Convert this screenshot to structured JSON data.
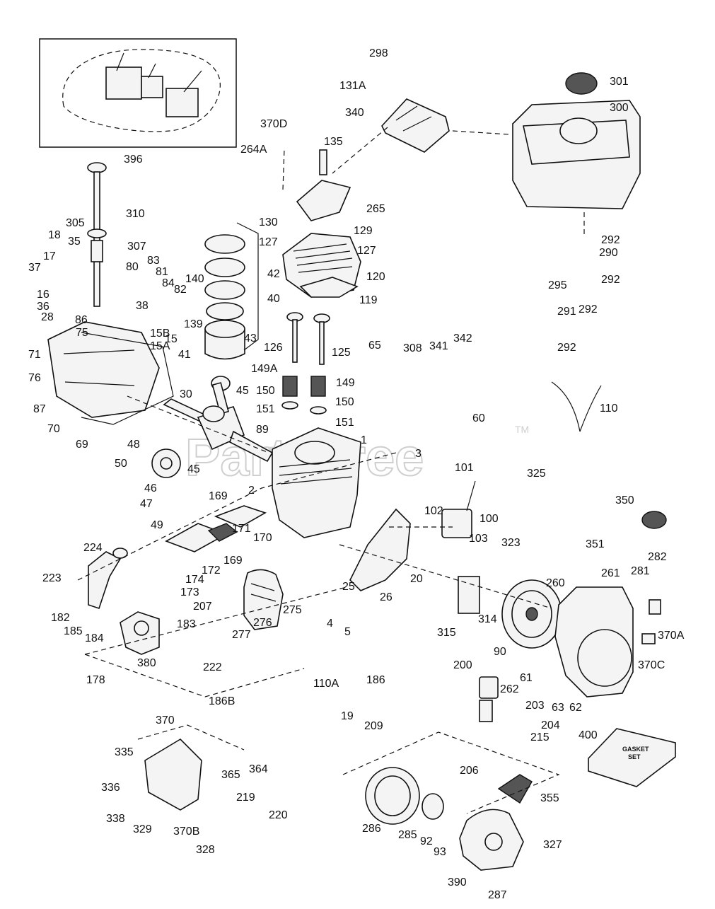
{
  "diagram": {
    "watermark": "PartsTree",
    "watermark_tm": "TM",
    "gasket_box_text_1": "GASKET",
    "gasket_box_text_2": "SET",
    "callouts": [
      {
        "id": "298",
        "text": "298"
      },
      {
        "id": "301",
        "text": "301"
      },
      {
        "id": "131A",
        "text": "131A"
      },
      {
        "id": "300",
        "text": "300"
      },
      {
        "id": "340",
        "text": "340"
      },
      {
        "id": "370D",
        "text": "370D"
      },
      {
        "id": "135",
        "text": "135"
      },
      {
        "id": "264A",
        "text": "264A"
      },
      {
        "id": "396",
        "text": "396"
      },
      {
        "id": "265",
        "text": "265"
      },
      {
        "id": "310",
        "text": "310"
      },
      {
        "id": "130",
        "text": "130"
      },
      {
        "id": "129",
        "text": "129"
      },
      {
        "id": "292a",
        "text": "292"
      },
      {
        "id": "305",
        "text": "305"
      },
      {
        "id": "307",
        "text": "307"
      },
      {
        "id": "127a",
        "text": "127"
      },
      {
        "id": "127b",
        "text": "127"
      },
      {
        "id": "290",
        "text": "290"
      },
      {
        "id": "18",
        "text": "18"
      },
      {
        "id": "35",
        "text": "35"
      },
      {
        "id": "17",
        "text": "17"
      },
      {
        "id": "42",
        "text": "42"
      },
      {
        "id": "292b",
        "text": "292"
      },
      {
        "id": "120",
        "text": "120"
      },
      {
        "id": "83",
        "text": "83"
      },
      {
        "id": "80",
        "text": "80"
      },
      {
        "id": "81",
        "text": "81"
      },
      {
        "id": "37",
        "text": "37"
      },
      {
        "id": "295",
        "text": "295"
      },
      {
        "id": "140",
        "text": "140"
      },
      {
        "id": "84",
        "text": "84"
      },
      {
        "id": "82",
        "text": "82"
      },
      {
        "id": "40",
        "text": "40"
      },
      {
        "id": "292c",
        "text": "292"
      },
      {
        "id": "16",
        "text": "16"
      },
      {
        "id": "119",
        "text": "119"
      },
      {
        "id": "36",
        "text": "36"
      },
      {
        "id": "28",
        "text": "28"
      },
      {
        "id": "38",
        "text": "38"
      },
      {
        "id": "139",
        "text": "139"
      },
      {
        "id": "291",
        "text": "291"
      },
      {
        "id": "86",
        "text": "86"
      },
      {
        "id": "15B",
        "text": "15B"
      },
      {
        "id": "75",
        "text": "75"
      },
      {
        "id": "15",
        "text": "15"
      },
      {
        "id": "15A",
        "text": "15A"
      },
      {
        "id": "43",
        "text": "43"
      },
      {
        "id": "342",
        "text": "342"
      },
      {
        "id": "292d",
        "text": "292"
      },
      {
        "id": "71",
        "text": "71"
      },
      {
        "id": "126",
        "text": "126"
      },
      {
        "id": "125",
        "text": "125"
      },
      {
        "id": "341",
        "text": "341"
      },
      {
        "id": "65",
        "text": "65"
      },
      {
        "id": "308",
        "text": "308"
      },
      {
        "id": "41",
        "text": "41"
      },
      {
        "id": "149A",
        "text": "149A"
      },
      {
        "id": "76",
        "text": "76"
      },
      {
        "id": "149",
        "text": "149"
      },
      {
        "id": "45a",
        "text": "45"
      },
      {
        "id": "150a",
        "text": "150"
      },
      {
        "id": "30",
        "text": "30"
      },
      {
        "id": "87",
        "text": "87"
      },
      {
        "id": "151a",
        "text": "151"
      },
      {
        "id": "150b",
        "text": "150"
      },
      {
        "id": "110",
        "text": "110"
      },
      {
        "id": "70",
        "text": "70"
      },
      {
        "id": "60",
        "text": "60"
      },
      {
        "id": "151b",
        "text": "151"
      },
      {
        "id": "69",
        "text": "69"
      },
      {
        "id": "89",
        "text": "89"
      },
      {
        "id": "48",
        "text": "48"
      },
      {
        "id": "1",
        "text": "1"
      },
      {
        "id": "3",
        "text": "3"
      },
      {
        "id": "50",
        "text": "50"
      },
      {
        "id": "325",
        "text": "325"
      },
      {
        "id": "45b",
        "text": "45"
      },
      {
        "id": "101",
        "text": "101"
      },
      {
        "id": "46",
        "text": "46"
      },
      {
        "id": "350",
        "text": "350"
      },
      {
        "id": "169a",
        "text": "169"
      },
      {
        "id": "2",
        "text": "2"
      },
      {
        "id": "47",
        "text": "47"
      },
      {
        "id": "102",
        "text": "102"
      },
      {
        "id": "100",
        "text": "100"
      },
      {
        "id": "49",
        "text": "49"
      },
      {
        "id": "351",
        "text": "351"
      },
      {
        "id": "170",
        "text": "170"
      },
      {
        "id": "103",
        "text": "103"
      },
      {
        "id": "323",
        "text": "323"
      },
      {
        "id": "171",
        "text": "171"
      },
      {
        "id": "282",
        "text": "282"
      },
      {
        "id": "224",
        "text": "224"
      },
      {
        "id": "169b",
        "text": "169"
      },
      {
        "id": "261",
        "text": "261"
      },
      {
        "id": "281",
        "text": "281"
      },
      {
        "id": "223",
        "text": "223"
      },
      {
        "id": "172",
        "text": "172"
      },
      {
        "id": "260",
        "text": "260"
      },
      {
        "id": "174",
        "text": "174"
      },
      {
        "id": "25",
        "text": "25"
      },
      {
        "id": "20",
        "text": "20"
      },
      {
        "id": "173",
        "text": "173"
      },
      {
        "id": "26",
        "text": "26"
      },
      {
        "id": "207",
        "text": "207"
      },
      {
        "id": "275",
        "text": "275"
      },
      {
        "id": "4",
        "text": "4"
      },
      {
        "id": "182",
        "text": "182"
      },
      {
        "id": "314",
        "text": "314"
      },
      {
        "id": "276",
        "text": "276"
      },
      {
        "id": "5",
        "text": "5"
      },
      {
        "id": "185",
        "text": "185"
      },
      {
        "id": "183",
        "text": "183"
      },
      {
        "id": "315",
        "text": "315"
      },
      {
        "id": "370A",
        "text": "370A"
      },
      {
        "id": "184",
        "text": "184"
      },
      {
        "id": "277",
        "text": "277"
      },
      {
        "id": "90",
        "text": "90"
      },
      {
        "id": "380",
        "text": "380"
      },
      {
        "id": "370C",
        "text": "370C"
      },
      {
        "id": "222",
        "text": "222"
      },
      {
        "id": "200",
        "text": "200"
      },
      {
        "id": "178",
        "text": "178"
      },
      {
        "id": "110A",
        "text": "110A"
      },
      {
        "id": "186",
        "text": "186"
      },
      {
        "id": "262",
        "text": "262"
      },
      {
        "id": "61",
        "text": "61"
      },
      {
        "id": "186B",
        "text": "186B"
      },
      {
        "id": "203",
        "text": "203"
      },
      {
        "id": "63",
        "text": "63"
      },
      {
        "id": "62",
        "text": "62"
      },
      {
        "id": "19",
        "text": "19"
      },
      {
        "id": "209",
        "text": "209"
      },
      {
        "id": "204",
        "text": "204"
      },
      {
        "id": "370",
        "text": "370"
      },
      {
        "id": "215",
        "text": "215"
      },
      {
        "id": "400",
        "text": "400"
      },
      {
        "id": "335",
        "text": "335"
      },
      {
        "id": "364",
        "text": "364"
      },
      {
        "id": "365",
        "text": "365"
      },
      {
        "id": "206",
        "text": "206"
      },
      {
        "id": "336",
        "text": "336"
      },
      {
        "id": "355",
        "text": "355"
      },
      {
        "id": "219",
        "text": "219"
      },
      {
        "id": "338",
        "text": "338"
      },
      {
        "id": "220",
        "text": "220"
      },
      {
        "id": "286",
        "text": "286"
      },
      {
        "id": "329",
        "text": "329"
      },
      {
        "id": "370B",
        "text": "370B"
      },
      {
        "id": "285",
        "text": "285"
      },
      {
        "id": "92",
        "text": "92"
      },
      {
        "id": "327",
        "text": "327"
      },
      {
        "id": "93",
        "text": "93"
      },
      {
        "id": "328",
        "text": "328"
      },
      {
        "id": "390",
        "text": "390"
      },
      {
        "id": "287",
        "text": "287"
      }
    ]
  }
}
